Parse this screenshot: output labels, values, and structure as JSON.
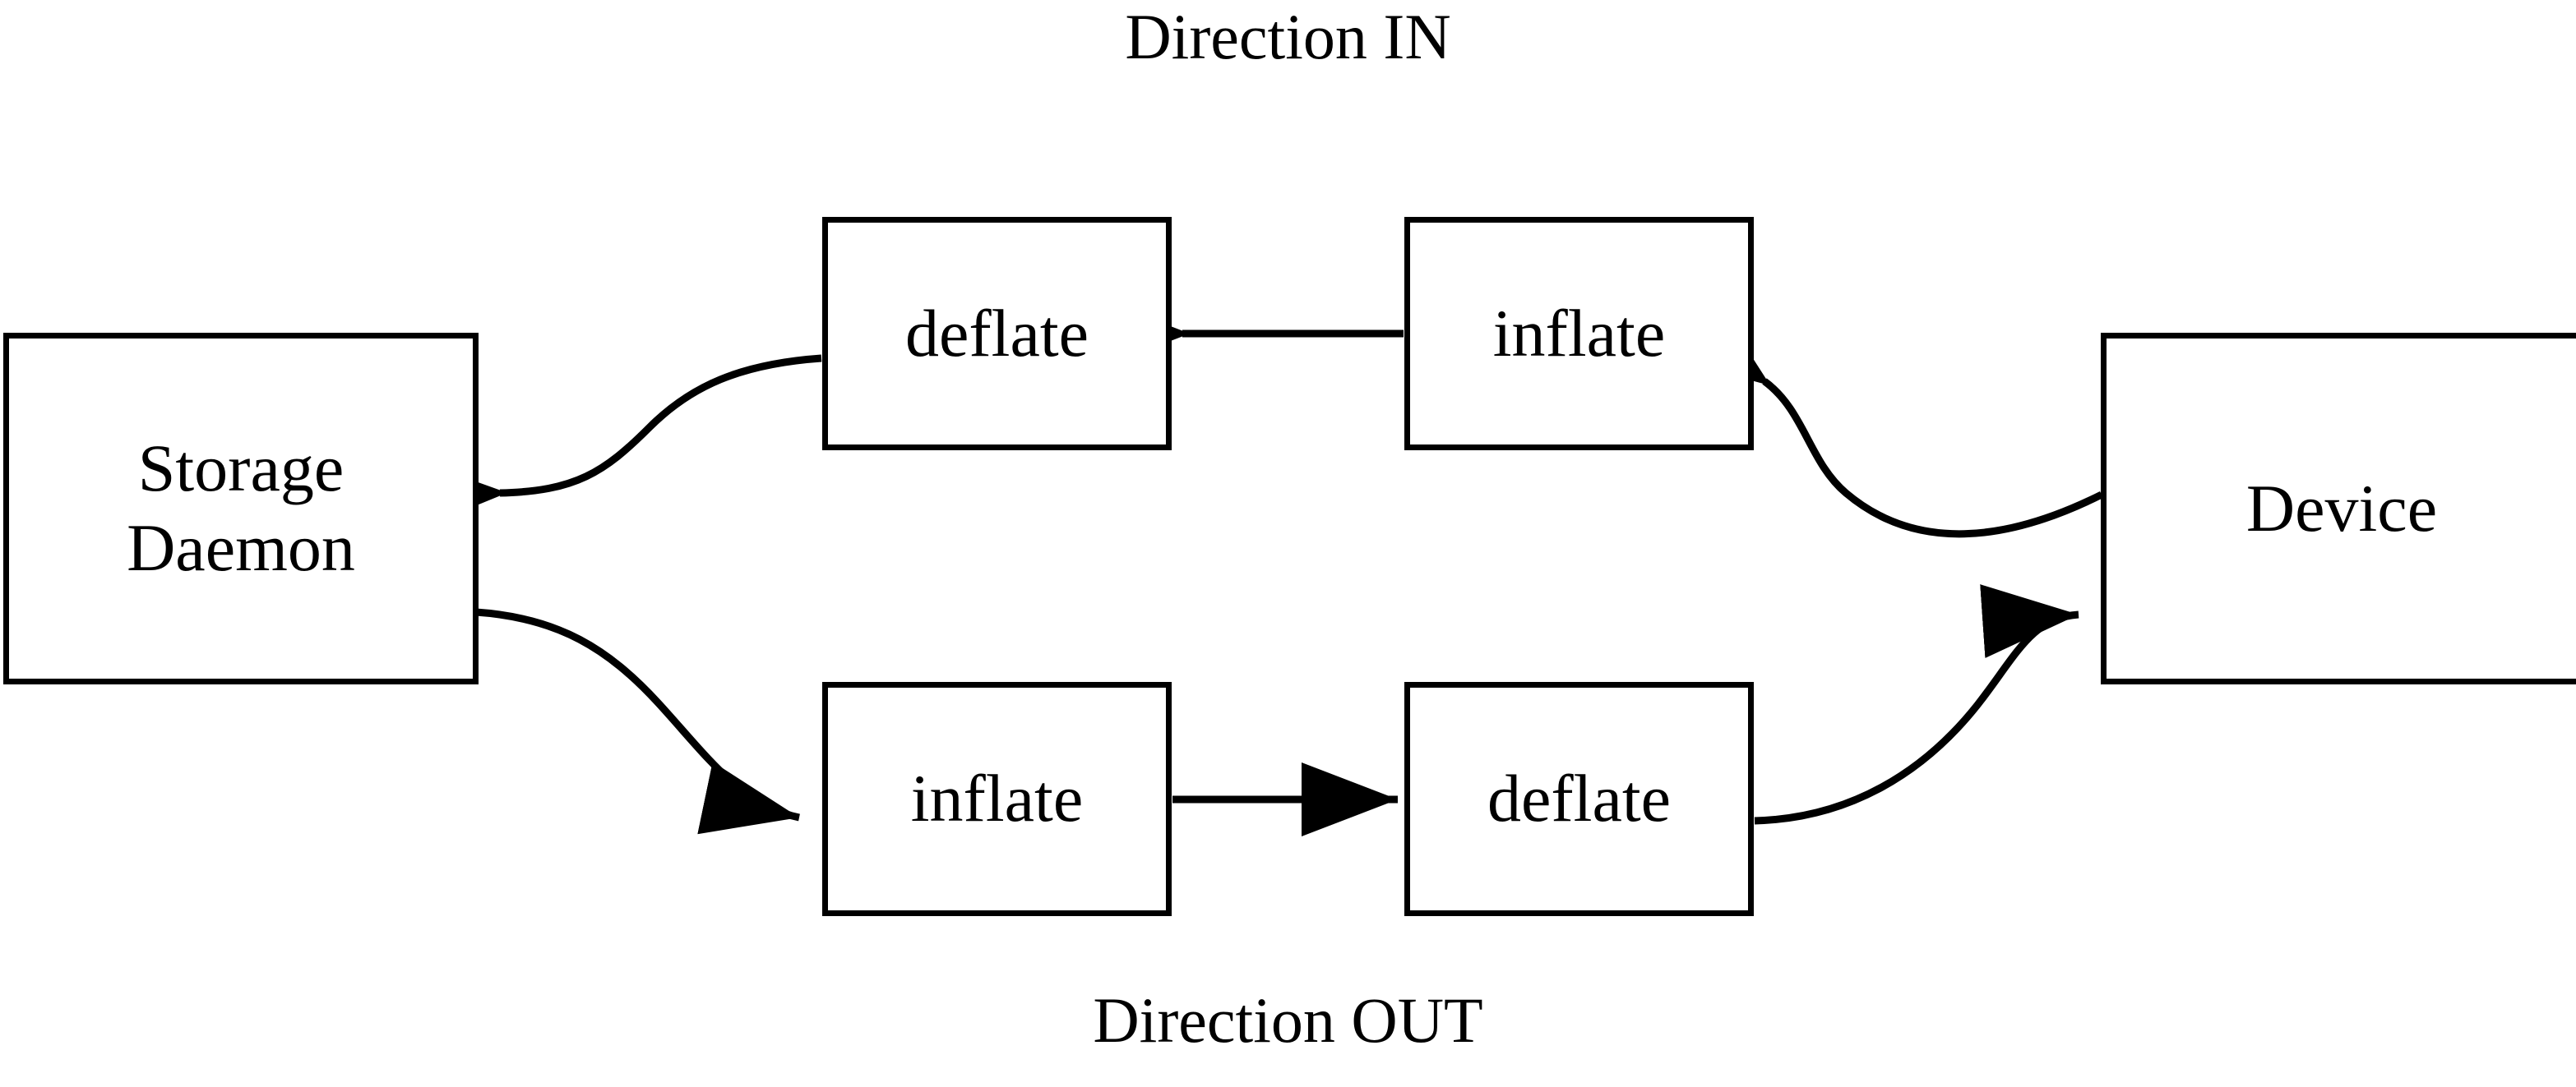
{
  "diagram": {
    "title_top": "Direction IN",
    "title_bottom": "Direction OUT",
    "type": "flow-diagram",
    "background_color": "#ffffff",
    "line_color": "#000000",
    "nodes": [
      {
        "id": "storage-daemon",
        "label_line1": "Storage",
        "label_line2": "Daemon"
      },
      {
        "id": "deflate-in",
        "label": "deflate"
      },
      {
        "id": "inflate-in",
        "label": "inflate"
      },
      {
        "id": "device",
        "label": "Device"
      },
      {
        "id": "inflate-out",
        "label": "inflate"
      },
      {
        "id": "deflate-out",
        "label": "deflate"
      }
    ],
    "edges": [
      {
        "id": "device-to-inflate-in",
        "from": "device",
        "to": "inflate-in",
        "style": "curved",
        "arrow": "left"
      },
      {
        "id": "inflate-in-to-deflate-in",
        "from": "inflate-in",
        "to": "deflate-in",
        "style": "straight",
        "arrow": "left"
      },
      {
        "id": "deflate-in-to-storage",
        "from": "deflate-in",
        "to": "storage-daemon",
        "style": "curved",
        "arrow": "left"
      },
      {
        "id": "storage-to-inflate-out",
        "from": "storage-daemon",
        "to": "inflate-out",
        "style": "curved",
        "arrow": "right"
      },
      {
        "id": "inflate-out-to-deflate-out",
        "from": "inflate-out",
        "to": "deflate-out",
        "style": "straight",
        "arrow": "right"
      },
      {
        "id": "deflate-out-to-device",
        "from": "deflate-out",
        "to": "device",
        "style": "curved",
        "arrow": "right"
      }
    ]
  }
}
